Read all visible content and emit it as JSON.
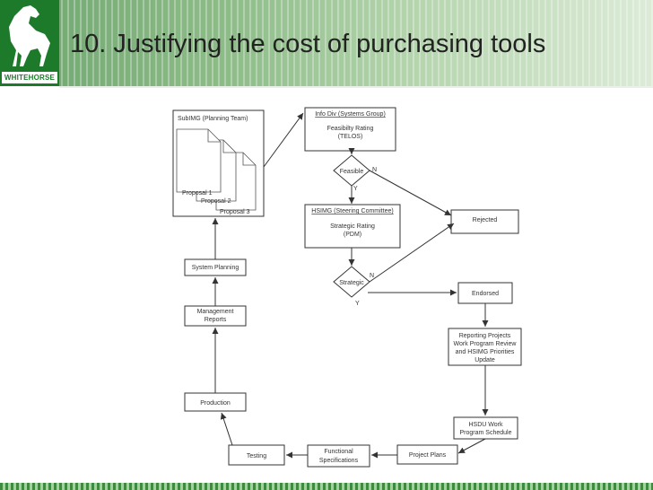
{
  "logo": {
    "brand": "WHITEHORSE"
  },
  "title": "10. Justifying the cost of purchasing tools",
  "diagram": {
    "planning_team": "SubIMG (Planning Team)",
    "proposal_1": "Proposal 1",
    "proposal_2": "Proposal 2",
    "proposal_3": "Proposal 3",
    "info_div": "Info Div (Systems Group)",
    "feasibility_1": "Feasibilty Rating",
    "feasibility_2": "(TELOS)",
    "feasible": "Feasible",
    "feasible_no": "N",
    "feasible_yes": "Y",
    "rejected": "Rejected",
    "hsimg": "HSIMG (Steering Committee)",
    "strategic_rating_1": "Strategic Rating",
    "strategic_rating_2": "(PDM)",
    "strategic": "Strategic",
    "strategic_no": "N",
    "strategic_yes": "Y",
    "endorsed": "Endorsed",
    "reporting_1": "Reporting Projects",
    "reporting_2": "Work Program Review",
    "reporting_3": "and HSIMG Priorities",
    "reporting_4": "Update",
    "system_planning": "System Planning",
    "management_1": "Management",
    "management_2": "Reports",
    "production": "Production",
    "hsdu_1": "HSDU Work",
    "hsdu_2": "Program Schedule",
    "testing": "Testing",
    "functional_1": "Functional",
    "functional_2": "Specifications",
    "project_plans": "Project Plans"
  }
}
